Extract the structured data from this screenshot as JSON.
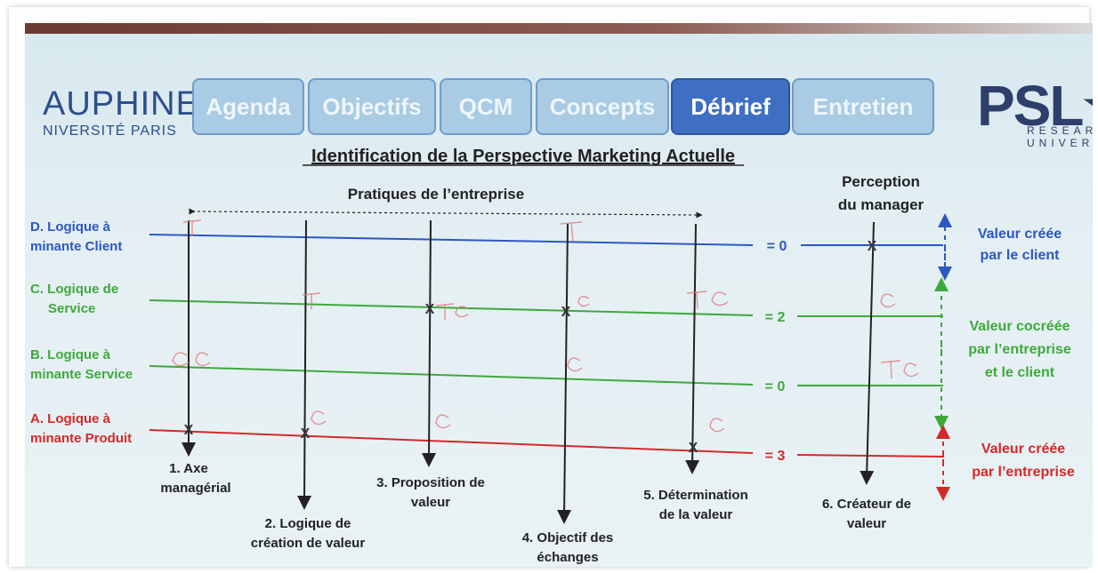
{
  "nav": {
    "tabs": [
      {
        "label": "Agenda",
        "active": false
      },
      {
        "label": "Objectifs",
        "active": false
      },
      {
        "label": "QCM",
        "active": false
      },
      {
        "label": "Concepts",
        "active": false
      },
      {
        "label": "Débrief",
        "active": true
      },
      {
        "label": "Entretien",
        "active": false
      }
    ]
  },
  "logos": {
    "left_line1": "AUPHINE",
    "left_line2": "NIVERSITÉ PARIS",
    "right_line1": "PSL★",
    "right_line2": "RESEARCH",
    "right_line3": "UNIVERSITY"
  },
  "diagram": {
    "title": "Identification de la Perspective Marketing Actuelle",
    "practices_label": "Pratiques de l’entreprise",
    "manager_label_1": "Perception",
    "manager_label_2": "du manager",
    "rows": [
      {
        "label_1": "D. Logique à",
        "label_2": "minante Client",
        "score": "= 0",
        "color": "#2c57c0"
      },
      {
        "label_1": "C. Logique de",
        "label_2": "Service",
        "score": "= 2",
        "color": "#3fa83c"
      },
      {
        "label_1": "B. Logique à",
        "label_2": "minante Service",
        "score": "= 0",
        "color": "#3fa83c"
      },
      {
        "label_1": "A. Logique à",
        "label_2": "minante Produit",
        "score": "= 3",
        "color": "#d22a2a"
      }
    ],
    "axes": [
      {
        "line1": "1. Axe",
        "line2": "managérial"
      },
      {
        "line1": "2. Logique de",
        "line2": "création de valeur"
      },
      {
        "line1": "3. Proposition de",
        "line2": "valeur"
      },
      {
        "line1": "4. Objectif des",
        "line2": "échanges"
      },
      {
        "line1": "5. Détermination",
        "line2": "de la valeur"
      },
      {
        "line1": "6. Créateur de",
        "line2": "valeur"
      }
    ],
    "right_labels": [
      {
        "line1": "Valeur créée",
        "line2": "par le client",
        "line3": "",
        "color": "#2c57c0"
      },
      {
        "line1": "Valeur cocréée",
        "line2": "par l’entreprise",
        "line3": "et le client",
        "color": "#3fa83c"
      },
      {
        "line1": "Valeur créée",
        "line2": "par l’entreprise",
        "line3": "",
        "color": "#d22a2a"
      }
    ],
    "marker": "X"
  }
}
